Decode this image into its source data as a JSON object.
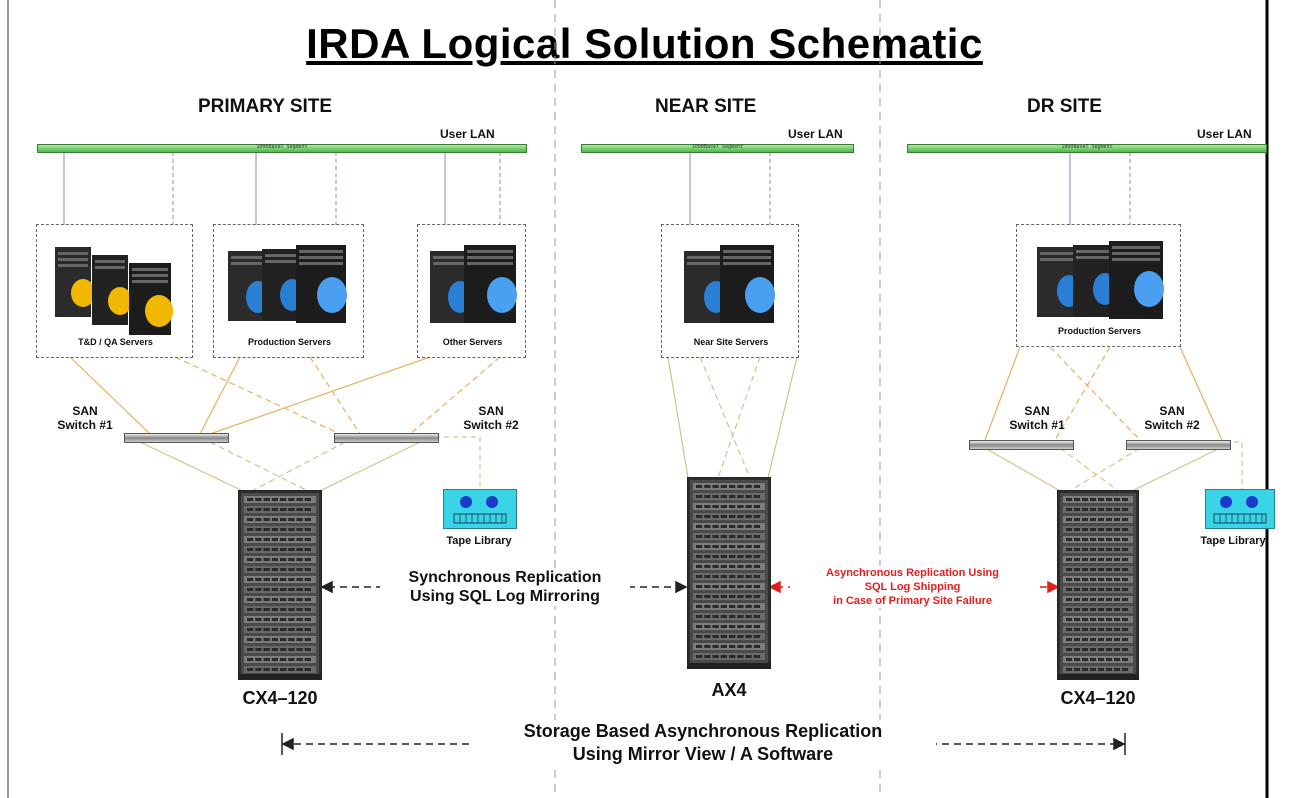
{
  "title": "IRDA Logical Solution Schematic",
  "sites": {
    "primary": {
      "name": "PRIMARY SITE",
      "lan_label": "User LAN",
      "server_groups": [
        "T&D / QA Servers",
        "Production Servers",
        "Other Servers"
      ],
      "san_switch_1": [
        "SAN",
        "Switch #1"
      ],
      "san_switch_2": [
        "SAN",
        "Switch #2"
      ],
      "tape_label": "Tape Library",
      "array_label": "CX4–120"
    },
    "near": {
      "name": "NEAR SITE",
      "lan_label": "User LAN",
      "server_groups": [
        "Near Site Servers"
      ],
      "array_label": "AX4"
    },
    "dr": {
      "name": "DR SITE",
      "lan_label": "User LAN",
      "server_groups": [
        "Production Servers"
      ],
      "san_switch_1": [
        "SAN",
        "Switch #1"
      ],
      "san_switch_2": [
        "SAN",
        "Switch #2"
      ],
      "tape_label": "Tape Library",
      "array_label": "CX4–120"
    }
  },
  "replication": {
    "sync": [
      "Synchronous Replication",
      "Using SQL Log Mirroring"
    ],
    "async_red": [
      "Asynchronous Replication Using",
      "SQL Log Shipping",
      "in Case of Primary Site Failure"
    ],
    "storage": [
      "Storage Based Asynchronous Replication",
      "Using Mirror View / A Software"
    ]
  },
  "colors": {
    "lan": "#4fb84a",
    "server_yellow": "#f0b800",
    "server_blue": "#2a7fd4",
    "link_primary": "#e8a040",
    "link_tan": "#d9c08a",
    "lan_link": "#8888cc",
    "async_red": "#e02020",
    "tape": "#3ad4e8"
  },
  "icons": [
    "server-icon",
    "storage-rack-icon",
    "san-switch-icon",
    "tape-library-icon"
  ]
}
